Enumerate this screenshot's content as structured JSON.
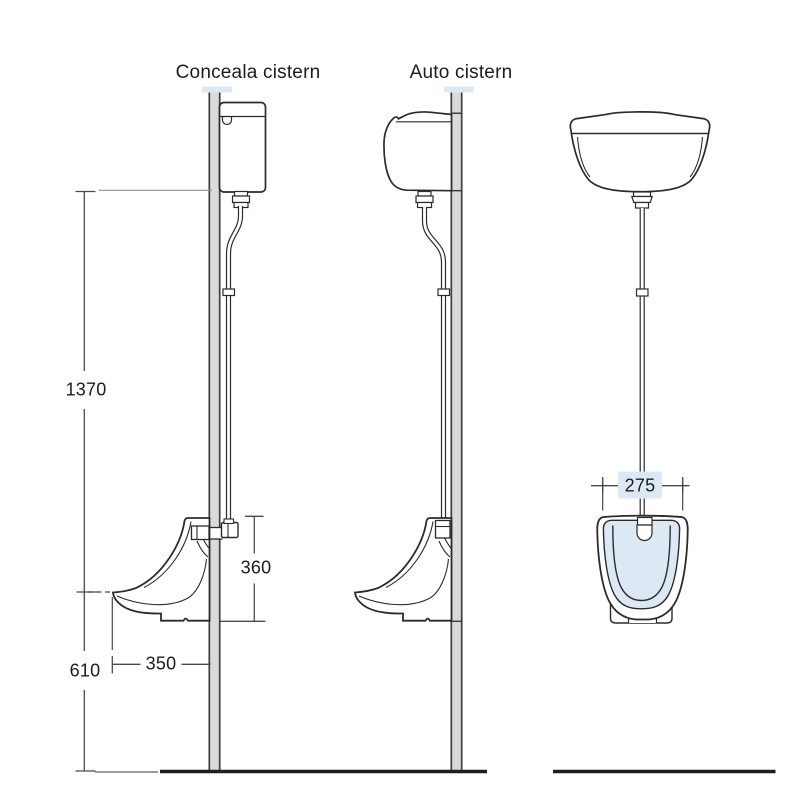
{
  "diagram": {
    "titles": {
      "conceala": "Conceala cistern",
      "auto": "Auto cistern"
    },
    "dimensions": {
      "height_overall": "1370",
      "rim_height": "610",
      "projection": "350",
      "bowl_height": "360",
      "bowl_width": "275"
    },
    "colors": {
      "line": "#2b2b2b",
      "wall_fill": "#dadada",
      "wall_edge": "#3f3f3f",
      "highlight": "#dce9f5",
      "dimension": "#4a4a4a",
      "extension": "#8f8f8f",
      "floor": "#1f1f1f"
    }
  }
}
